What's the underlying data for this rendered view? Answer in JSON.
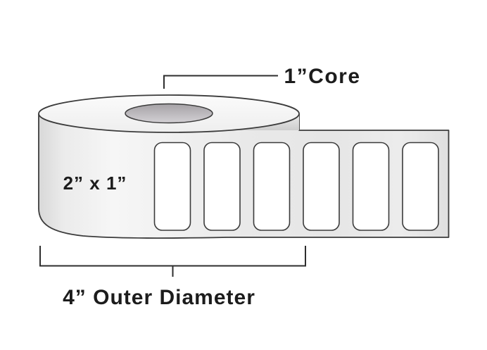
{
  "diagram": {
    "annotations": {
      "core": "1”Core",
      "label_size": "2” x 1”",
      "outer_diameter": "4” Outer Diameter"
    },
    "label_slots": 6,
    "colors": {
      "background": "#ffffff",
      "outline": "#3b3b3b",
      "dimension_line": "#2e2e2e",
      "text": "#1c1c1c",
      "roll_top_face": "#f6f6f6",
      "core_gray": "#aaa7ab",
      "strip_gray": "#e8e8e8",
      "label_white": "#ffffff"
    }
  }
}
